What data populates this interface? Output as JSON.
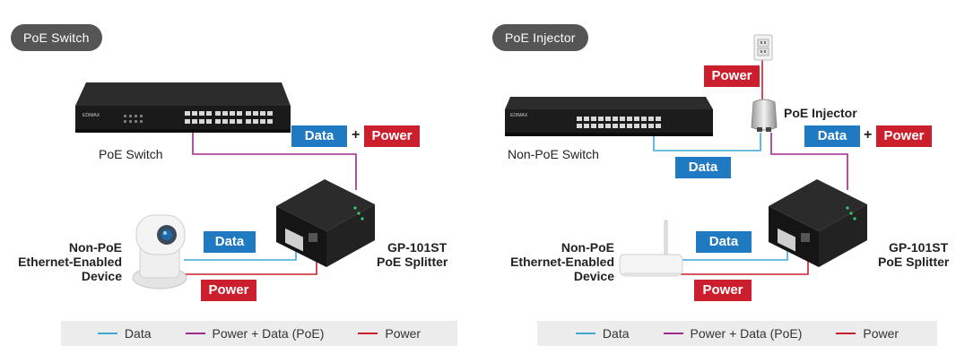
{
  "colors": {
    "data_line": "#3fa9d8",
    "poe_line": "#a0298c",
    "power_line": "#cc1f2e",
    "data_tag": "#1f7ac2",
    "power_tag": "#cc1f2e",
    "pill": "#555555",
    "legend_bg": "#ececec"
  },
  "left": {
    "title": "PoE Switch",
    "switch_label": "PoE Switch",
    "switch_brand": "EDIMAX",
    "top_data_tag": "Data",
    "plus": "+",
    "top_power_tag": "Power",
    "splitter_label_line1": "GP-101ST",
    "splitter_label_line2": "PoE Splitter",
    "device_label_line1": "Non-PoE",
    "device_label_line2": "Ethernet-Enabled",
    "device_label_line3": "Device",
    "bottom_data_tag": "Data",
    "bottom_power_tag": "Power",
    "device_icon": "ip-camera-icon"
  },
  "right": {
    "title": "PoE Injector",
    "switch_label": "Non-PoE Switch",
    "switch_brand": "EDIMAX",
    "outlet_power_tag": "Power",
    "injector_label": "PoE Injector",
    "switch_data_tag": "Data",
    "top_data_tag": "Data",
    "plus": "+",
    "top_power_tag": "Power",
    "splitter_label_line1": "GP-101ST",
    "splitter_label_line2": "PoE Splitter",
    "device_label_line1": "Non-PoE",
    "device_label_line2": "Ethernet-Enabled",
    "device_label_line3": "Device",
    "bottom_data_tag": "Data",
    "bottom_power_tag": "Power",
    "device_icon": "wireless-router-icon",
    "outlet_icon": "wall-outlet-icon"
  },
  "legend": {
    "data": "Data",
    "poe": "Power + Data (PoE)",
    "power": "Power"
  }
}
